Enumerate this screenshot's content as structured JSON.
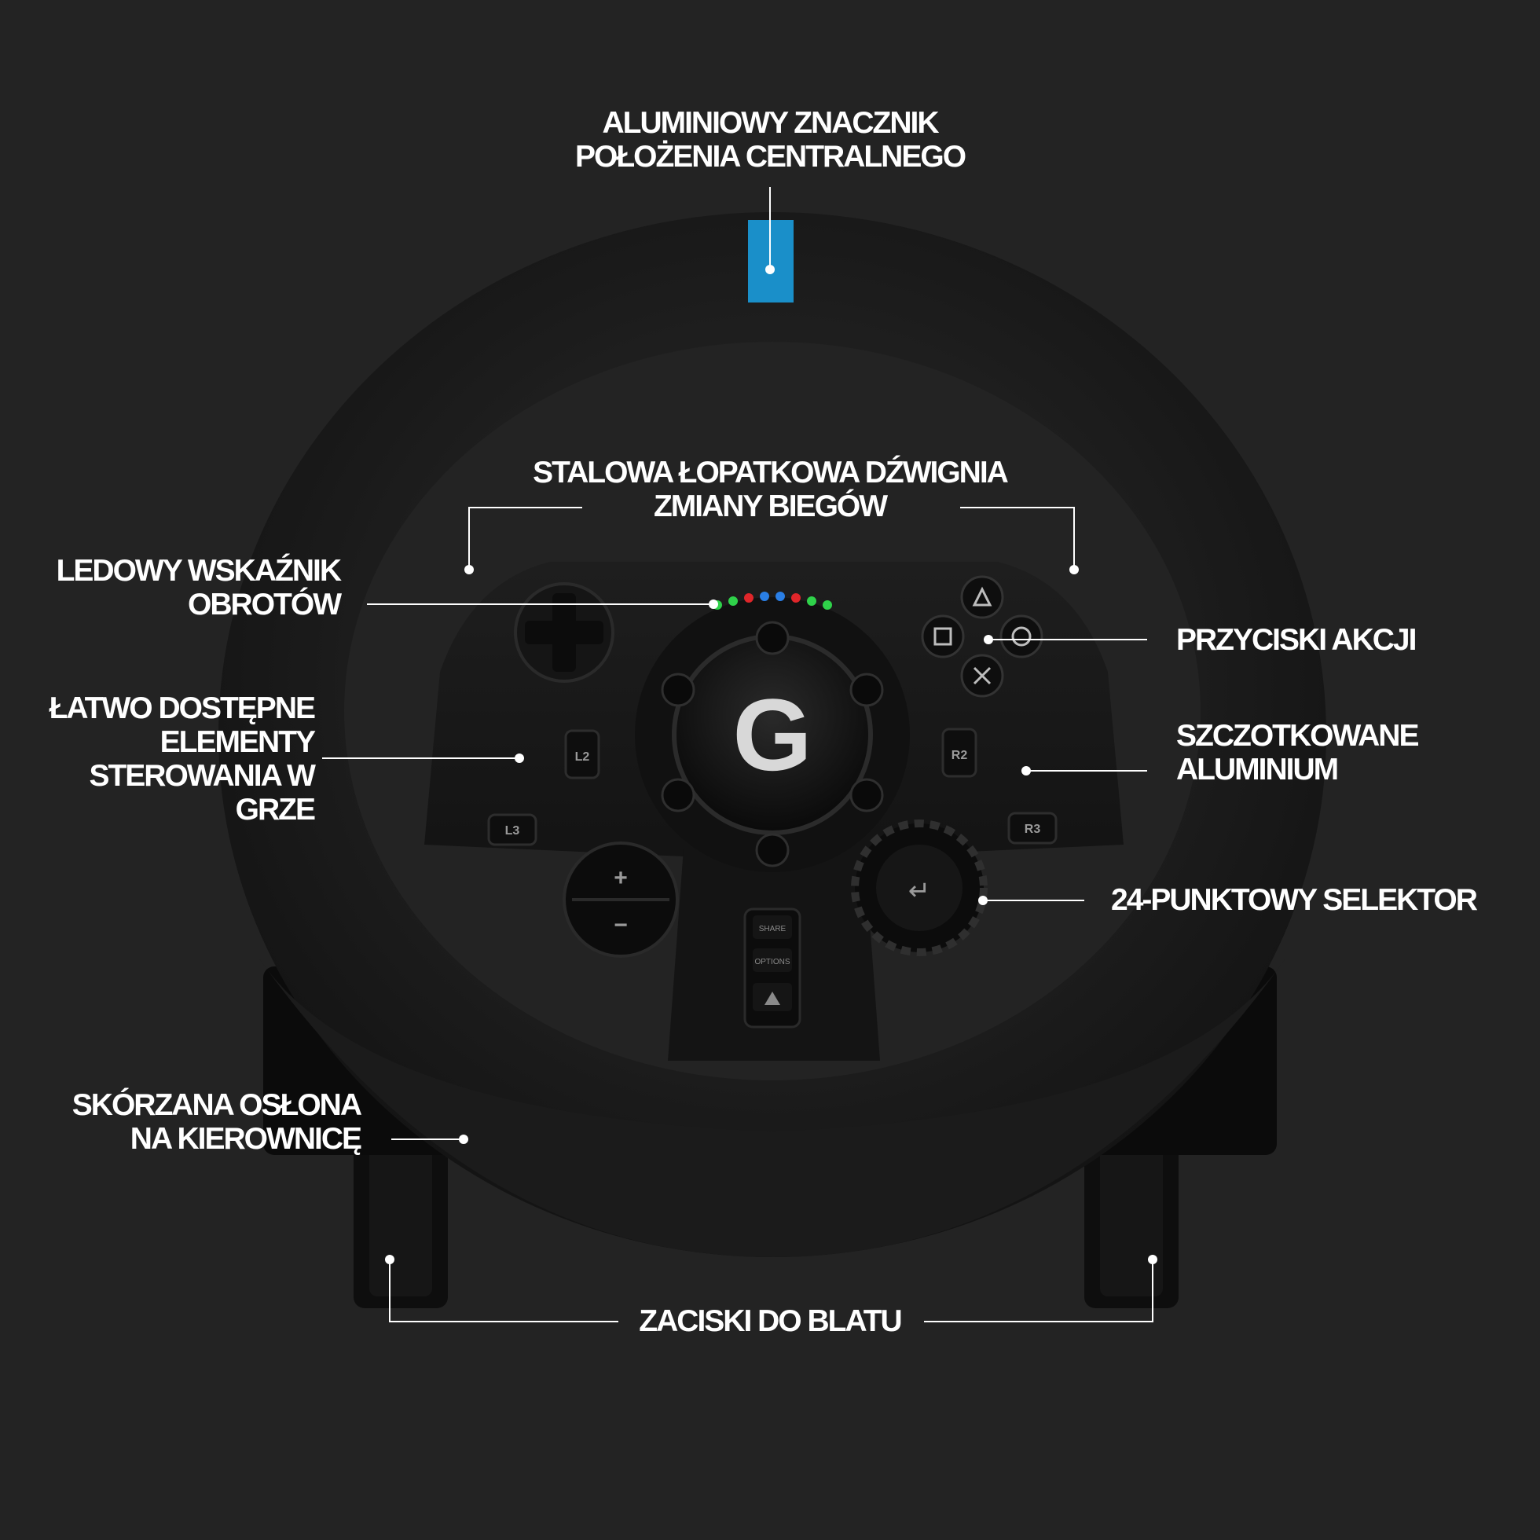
{
  "colors": {
    "background": "#232323",
    "marker": "#1a8fc9",
    "callout": "#ffffff",
    "led_green": "#2fd24a",
    "led_red": "#e0262a",
    "led_blue": "#2a7fe6"
  },
  "callouts": {
    "top_marker": [
      "ALUMINIOWY ZNACZNIK",
      "POŁOŻENIA CENTRALNEGO"
    ],
    "paddles": [
      "STALOWA ŁOPATKOWA DŹWIGNIA",
      "ZMIANY BIEGÓW"
    ],
    "rpm_led": [
      "LEDOWY WSKAŹNIK",
      "OBROTÓW"
    ],
    "action_buttons": [
      "PRZYCISKI AKCJI"
    ],
    "controls": [
      "ŁATWO DOSTĘPNE",
      "ELEMENTY",
      "STEROWANIA W",
      "GRZE"
    ],
    "brushed": [
      "SZCZOTKOWANE",
      "ALUMINIUM"
    ],
    "selector": [
      "24-PUNKTOWY SELEKTOR"
    ],
    "leather": [
      "SKÓRZANA OSŁONA",
      "NA KIEROWNICĘ"
    ],
    "clamps": [
      "ZACISKI DO BLATU"
    ]
  },
  "wheel_buttons": {
    "l2": "L2",
    "r2": "R2",
    "l3": "L3",
    "r3": "R3",
    "share": "SHARE",
    "options": "OPTIONS",
    "plus": "+",
    "minus": "−",
    "enter": "↵",
    "logo": "G"
  },
  "icons": {
    "dpad": "dpad-icon",
    "triangle": "triangle-icon",
    "square": "square-icon",
    "circle": "circle-icon",
    "cross": "cross-icon",
    "playstation": "playstation-icon"
  }
}
